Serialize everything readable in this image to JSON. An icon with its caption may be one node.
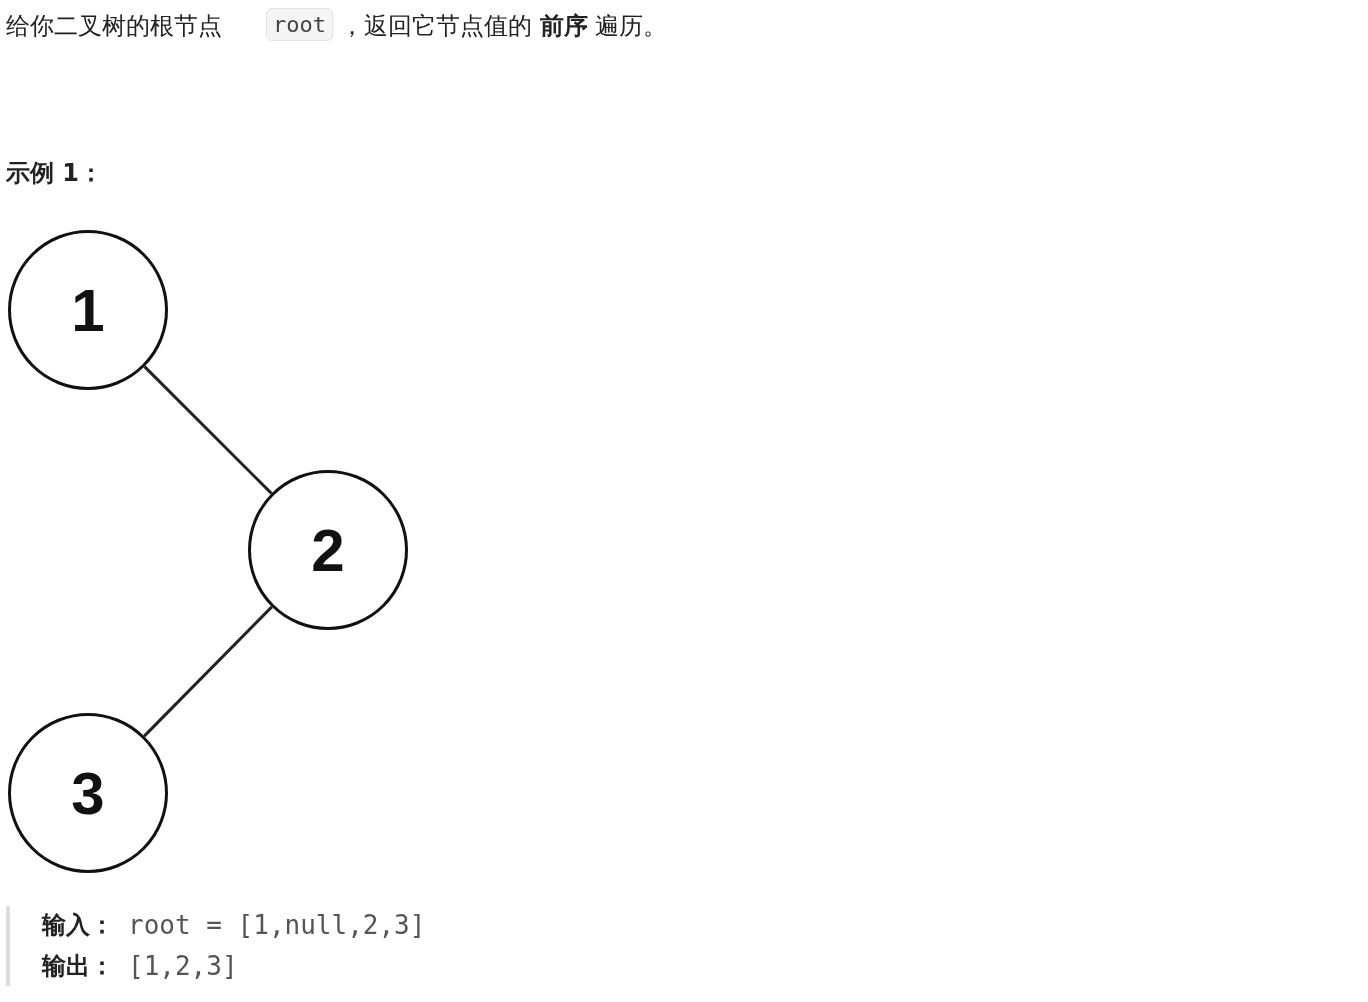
{
  "diagram": {
    "nodes": [
      {
        "text": [
          "1"
        ]
      },
      {
        "text": [
          "2"
        ]
      },
      {
        "text": [
          "3"
        ]
      }
    ],
    "edges": [
      {
        "from": 0,
        "to": 1,
        "arrow": "none"
      },
      {
        "from": 1,
        "to": 2,
        "arrow": "none"
      }
    ],
    "labels": [
      "给你二叉树的根节点",
      "root",
      "，返回它节点值的 **前序** 遍历。",
      "示例 1：",
      "输入：",
      "root = [1,null,2,3]",
      "输出：",
      "[1,2,3]"
    ]
  }
}
